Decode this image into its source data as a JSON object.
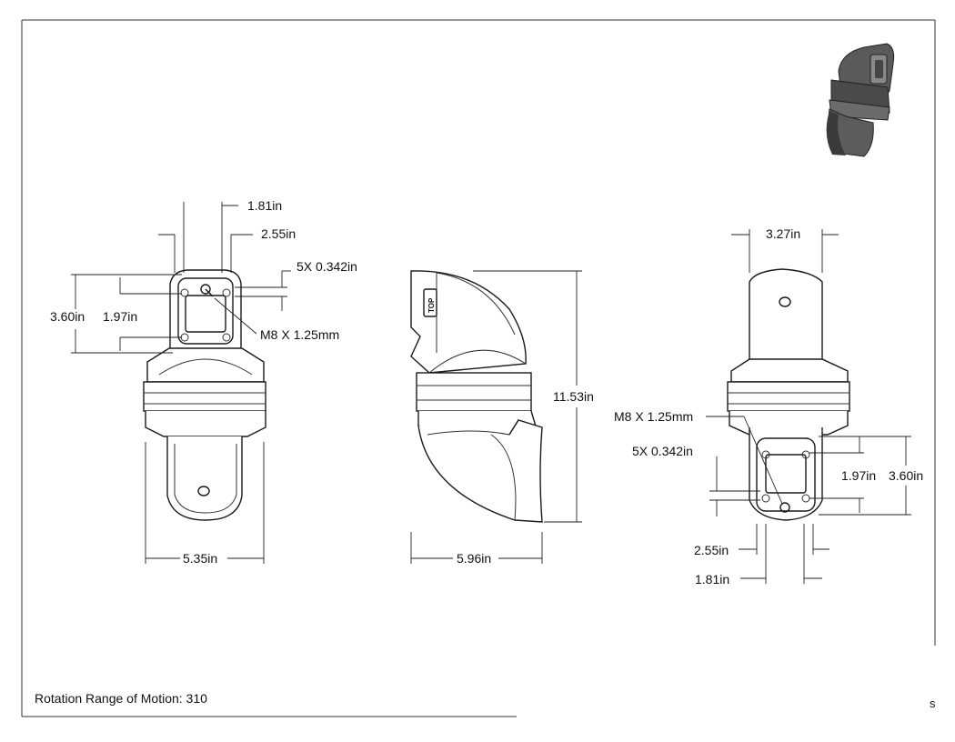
{
  "caption": "Rotation Range of Motion: 310",
  "stray_text": "s",
  "front_view": {
    "dim_top_inner": "1.81in",
    "dim_top_outer": "2.55in",
    "dim_holes": "5X 0.342in",
    "dim_height_outer": "3.60in",
    "dim_height_inner": "1.97in",
    "thread": "M8 X 1.25mm",
    "dim_width": "5.35in"
  },
  "side_view": {
    "top_mark": "TOP",
    "dim_height": "11.53in",
    "dim_width": "5.96in"
  },
  "back_view": {
    "dim_top_width": "3.27in",
    "thread": "M8 X 1.25mm",
    "dim_holes": "5X 0.342in",
    "dim_height_inner": "1.97in",
    "dim_height_outer": "3.60in",
    "dim_bottom_outer": "2.55in",
    "dim_bottom_inner": "1.81in"
  }
}
